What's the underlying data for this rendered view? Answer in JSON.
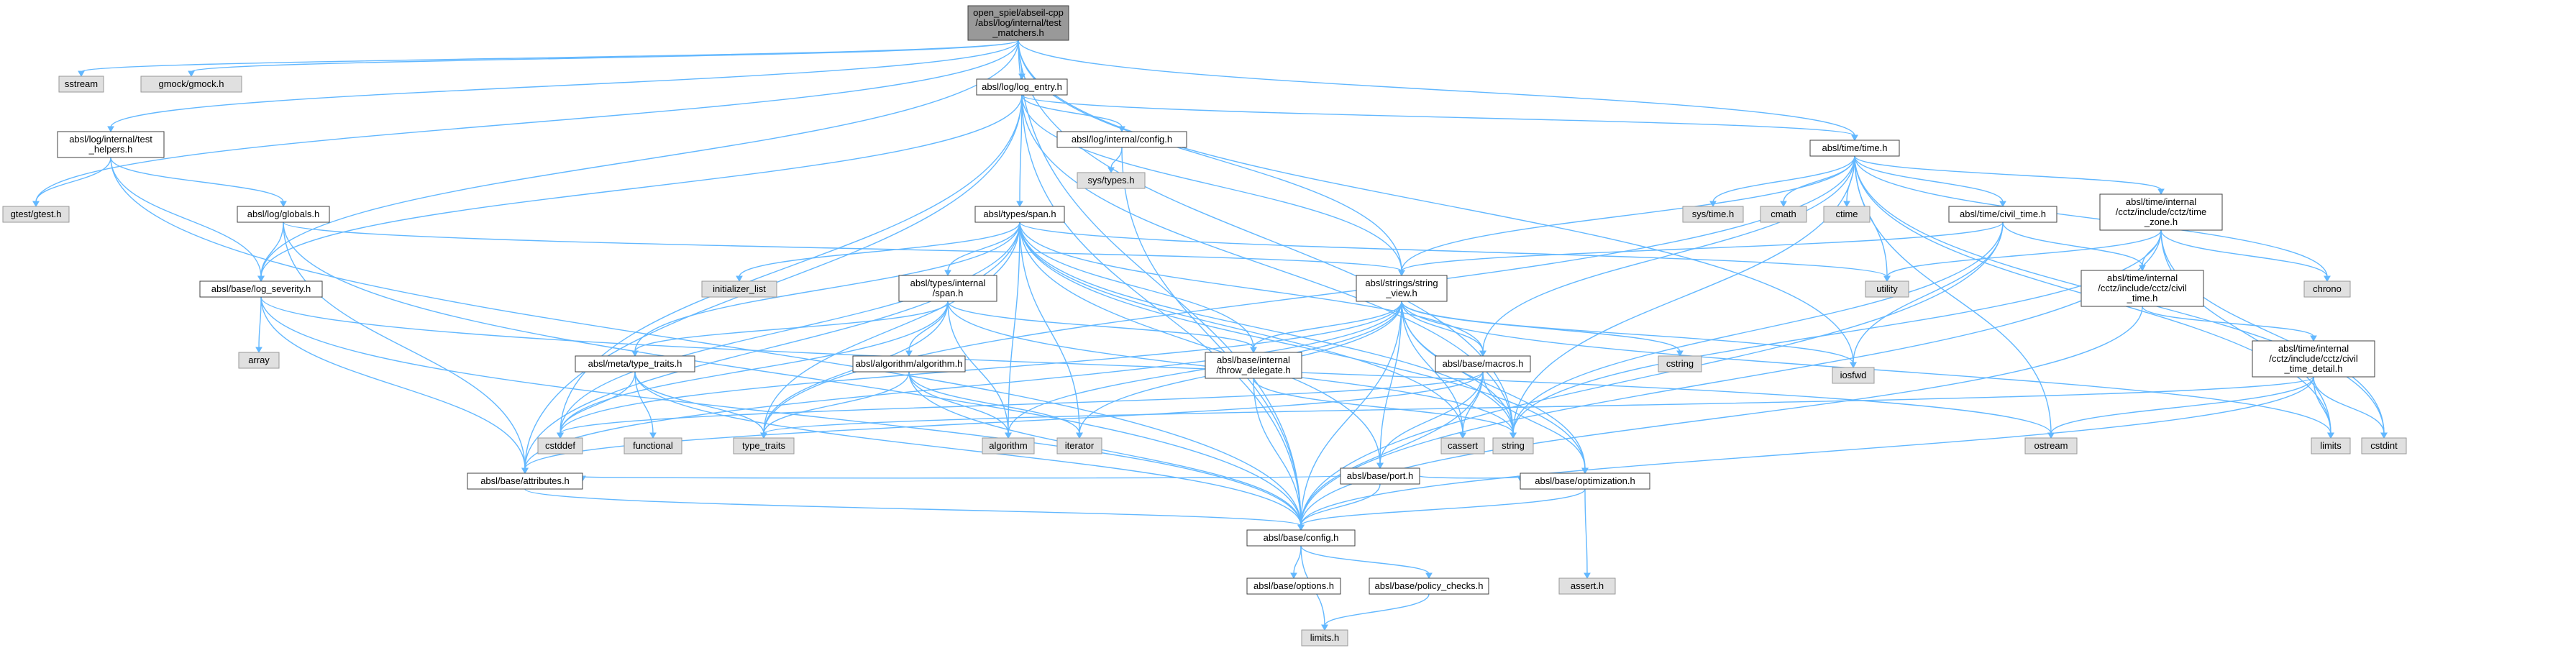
{
  "diagram": {
    "type": "include-dependency-graph",
    "colors": {
      "edge": "#63b8ff",
      "root_fill": "#999999",
      "internal_fill": "#ffffff",
      "external_fill": "#e0e0e0",
      "border": "#404040"
    },
    "nodes": [
      {
        "id": "root",
        "kind": "root",
        "lines": [
          "open_spiel/abseil-cpp",
          "/absl/log/internal/test",
          "_matchers.h"
        ]
      },
      {
        "id": "sstream",
        "kind": "external",
        "lines": [
          "sstream"
        ]
      },
      {
        "id": "gmock",
        "kind": "external",
        "lines": [
          "gmock/gmock.h"
        ]
      },
      {
        "id": "log_entry",
        "kind": "internal",
        "lines": [
          "absl/log/log_entry.h"
        ]
      },
      {
        "id": "test_helpers",
        "kind": "internal",
        "lines": [
          "absl/log/internal/test",
          "_helpers.h"
        ]
      },
      {
        "id": "gtest",
        "kind": "external",
        "lines": [
          "gtest/gtest.h"
        ]
      },
      {
        "id": "log_config",
        "kind": "internal",
        "lines": [
          "absl/log/internal/config.h"
        ]
      },
      {
        "id": "sys_types",
        "kind": "external",
        "lines": [
          "sys/types.h"
        ]
      },
      {
        "id": "globals",
        "kind": "internal",
        "lines": [
          "absl/log/globals.h"
        ]
      },
      {
        "id": "span",
        "kind": "internal",
        "lines": [
          "absl/types/span.h"
        ]
      },
      {
        "id": "time",
        "kind": "internal",
        "lines": [
          "absl/time/time.h"
        ]
      },
      {
        "id": "sys_time",
        "kind": "external",
        "lines": [
          "sys/time.h"
        ]
      },
      {
        "id": "cmath",
        "kind": "external",
        "lines": [
          "cmath"
        ]
      },
      {
        "id": "ctime",
        "kind": "external",
        "lines": [
          "ctime"
        ]
      },
      {
        "id": "civil_time",
        "kind": "internal",
        "lines": [
          "absl/time/civil_time.h"
        ]
      },
      {
        "id": "time_zone",
        "kind": "internal",
        "lines": [
          "absl/time/internal",
          "/cctz/include/cctz/time",
          "_zone.h"
        ]
      },
      {
        "id": "log_severity",
        "kind": "internal",
        "lines": [
          "absl/base/log_severity.h"
        ]
      },
      {
        "id": "initializer_list",
        "kind": "external",
        "lines": [
          "initializer_list"
        ]
      },
      {
        "id": "span_internal",
        "kind": "internal",
        "lines": [
          "absl/types/internal",
          "/span.h"
        ]
      },
      {
        "id": "string_view",
        "kind": "internal",
        "lines": [
          "absl/strings/string",
          "_view.h"
        ]
      },
      {
        "id": "utility",
        "kind": "external",
        "lines": [
          "utility"
        ]
      },
      {
        "id": "cctz_civil_time",
        "kind": "internal",
        "lines": [
          "absl/time/internal",
          "/cctz/include/cctz/civil",
          "_time.h"
        ]
      },
      {
        "id": "chrono",
        "kind": "external",
        "lines": [
          "chrono"
        ]
      },
      {
        "id": "array",
        "kind": "external",
        "lines": [
          "array"
        ]
      },
      {
        "id": "type_traits_h",
        "kind": "internal",
        "lines": [
          "absl/meta/type_traits.h"
        ]
      },
      {
        "id": "algorithm_h",
        "kind": "internal",
        "lines": [
          "absl/algorithm/algorithm.h"
        ]
      },
      {
        "id": "throw_delegate",
        "kind": "internal",
        "lines": [
          "absl/base/internal",
          "/throw_delegate.h"
        ]
      },
      {
        "id": "macros",
        "kind": "internal",
        "lines": [
          "absl/base/macros.h"
        ]
      },
      {
        "id": "cstring",
        "kind": "external",
        "lines": [
          "cstring"
        ]
      },
      {
        "id": "iosfwd",
        "kind": "external",
        "lines": [
          "iosfwd"
        ]
      },
      {
        "id": "civil_time_detail",
        "kind": "internal",
        "lines": [
          "absl/time/internal",
          "/cctz/include/cctz/civil",
          "_time_detail.h"
        ]
      },
      {
        "id": "cstddef",
        "kind": "external",
        "lines": [
          "cstddef"
        ]
      },
      {
        "id": "functional",
        "kind": "external",
        "lines": [
          "functional"
        ]
      },
      {
        "id": "type_traits",
        "kind": "external",
        "lines": [
          "type_traits"
        ]
      },
      {
        "id": "algorithm",
        "kind": "external",
        "lines": [
          "algorithm"
        ]
      },
      {
        "id": "iterator",
        "kind": "external",
        "lines": [
          "iterator"
        ]
      },
      {
        "id": "string",
        "kind": "external",
        "lines": [
          "string"
        ]
      },
      {
        "id": "cassert",
        "kind": "external",
        "lines": [
          "cassert"
        ]
      },
      {
        "id": "port",
        "kind": "internal",
        "lines": [
          "absl/base/port.h"
        ]
      },
      {
        "id": "ostream",
        "kind": "external",
        "lines": [
          "ostream"
        ]
      },
      {
        "id": "limits",
        "kind": "external",
        "lines": [
          "limits"
        ]
      },
      {
        "id": "cstdint",
        "kind": "external",
        "lines": [
          "cstdint"
        ]
      },
      {
        "id": "attributes",
        "kind": "internal",
        "lines": [
          "absl/base/attributes.h"
        ]
      },
      {
        "id": "optimization",
        "kind": "internal",
        "lines": [
          "absl/base/optimization.h"
        ]
      },
      {
        "id": "config",
        "kind": "internal",
        "lines": [
          "absl/base/config.h"
        ]
      },
      {
        "id": "assert",
        "kind": "external",
        "lines": [
          "assert.h"
        ]
      },
      {
        "id": "options",
        "kind": "internal",
        "lines": [
          "absl/base/options.h"
        ]
      },
      {
        "id": "policy_checks",
        "kind": "internal",
        "lines": [
          "absl/base/policy_checks.h"
        ]
      },
      {
        "id": "limits_h",
        "kind": "external",
        "lines": [
          "limits.h"
        ]
      }
    ],
    "edges": [
      [
        "root",
        "sstream"
      ],
      [
        "root",
        "gmock"
      ],
      [
        "root",
        "log_entry"
      ],
      [
        "root",
        "test_helpers"
      ],
      [
        "root",
        "gtest"
      ],
      [
        "root",
        "log_severity"
      ],
      [
        "root",
        "time"
      ],
      [
        "root",
        "string_view"
      ],
      [
        "root",
        "config"
      ],
      [
        "root",
        "iosfwd"
      ],
      [
        "root",
        "string"
      ],
      [
        "log_entry",
        "log_config"
      ],
      [
        "log_entry",
        "span"
      ],
      [
        "log_entry",
        "time"
      ],
      [
        "log_entry",
        "string_view"
      ],
      [
        "log_entry",
        "log_severity"
      ],
      [
        "log_entry",
        "attributes"
      ],
      [
        "log_entry",
        "config"
      ],
      [
        "log_entry",
        "cstddef"
      ],
      [
        "log_entry",
        "string"
      ],
      [
        "test_helpers",
        "gtest"
      ],
      [
        "test_helpers",
        "globals"
      ],
      [
        "test_helpers",
        "log_severity"
      ],
      [
        "test_helpers",
        "config"
      ],
      [
        "log_config",
        "sys_types"
      ],
      [
        "log_config",
        "config"
      ],
      [
        "globals",
        "log_severity"
      ],
      [
        "globals",
        "string_view"
      ],
      [
        "globals",
        "attributes"
      ],
      [
        "globals",
        "config"
      ],
      [
        "span",
        "initializer_list"
      ],
      [
        "span",
        "span_internal"
      ],
      [
        "span",
        "type_traits_h"
      ],
      [
        "span",
        "throw_delegate"
      ],
      [
        "span",
        "macros"
      ],
      [
        "span",
        "port"
      ],
      [
        "span",
        "attributes"
      ],
      [
        "span",
        "optimization"
      ],
      [
        "span",
        "cstddef"
      ],
      [
        "span",
        "type_traits"
      ],
      [
        "span",
        "algorithm"
      ],
      [
        "span",
        "iterator"
      ],
      [
        "span",
        "string"
      ],
      [
        "span",
        "cassert"
      ],
      [
        "span",
        "utility"
      ],
      [
        "time",
        "sys_time"
      ],
      [
        "time",
        "cmath"
      ],
      [
        "time",
        "ctime"
      ],
      [
        "time",
        "civil_time"
      ],
      [
        "time",
        "time_zone"
      ],
      [
        "time",
        "string_view"
      ],
      [
        "time",
        "macros"
      ],
      [
        "time",
        "utility"
      ],
      [
        "time",
        "chrono"
      ],
      [
        "time",
        "string"
      ],
      [
        "time",
        "limits"
      ],
      [
        "time",
        "cstdint"
      ],
      [
        "time",
        "ostream"
      ],
      [
        "time",
        "type_traits"
      ],
      [
        "civil_time",
        "cctz_civil_time"
      ],
      [
        "civil_time",
        "string_view"
      ],
      [
        "civil_time",
        "iosfwd"
      ],
      [
        "civil_time",
        "string"
      ],
      [
        "civil_time",
        "config"
      ],
      [
        "time_zone",
        "cctz_civil_time"
      ],
      [
        "time_zone",
        "chrono"
      ],
      [
        "time_zone",
        "limits"
      ],
      [
        "time_zone",
        "cstdint"
      ],
      [
        "time_zone",
        "utility"
      ],
      [
        "time_zone",
        "string"
      ],
      [
        "time_zone",
        "config"
      ],
      [
        "log_severity",
        "array"
      ],
      [
        "log_severity",
        "attributes"
      ],
      [
        "log_severity",
        "config"
      ],
      [
        "log_severity",
        "ostream"
      ],
      [
        "span_internal",
        "algorithm_h"
      ],
      [
        "span_internal",
        "type_traits_h"
      ],
      [
        "span_internal",
        "cstddef"
      ],
      [
        "span_internal",
        "string"
      ],
      [
        "span_internal",
        "type_traits"
      ],
      [
        "span_internal",
        "algorithm"
      ],
      [
        "span_internal",
        "throw_delegate"
      ],
      [
        "string_view",
        "throw_delegate"
      ],
      [
        "string_view",
        "macros"
      ],
      [
        "string_view",
        "port"
      ],
      [
        "string_view",
        "attributes"
      ],
      [
        "string_view",
        "optimization"
      ],
      [
        "string_view",
        "config"
      ],
      [
        "string_view",
        "cstring"
      ],
      [
        "string_view",
        "iosfwd"
      ],
      [
        "string_view",
        "cstddef"
      ],
      [
        "string_view",
        "string"
      ],
      [
        "string_view",
        "cassert"
      ],
      [
        "string_view",
        "algorithm"
      ],
      [
        "string_view",
        "iterator"
      ],
      [
        "string_view",
        "limits"
      ],
      [
        "cctz_civil_time",
        "civil_time_detail"
      ],
      [
        "cctz_civil_time",
        "config"
      ],
      [
        "type_traits_h",
        "cstddef"
      ],
      [
        "type_traits_h",
        "functional"
      ],
      [
        "type_traits_h",
        "type_traits"
      ],
      [
        "type_traits_h",
        "config"
      ],
      [
        "algorithm_h",
        "algorithm"
      ],
      [
        "algorithm_h",
        "iterator"
      ],
      [
        "algorithm_h",
        "type_traits"
      ],
      [
        "algorithm_h",
        "config"
      ],
      [
        "throw_delegate",
        "string"
      ],
      [
        "throw_delegate",
        "config"
      ],
      [
        "macros",
        "cassert"
      ],
      [
        "macros",
        "cstddef"
      ],
      [
        "macros",
        "attributes"
      ],
      [
        "macros",
        "config"
      ],
      [
        "macros",
        "optimization"
      ],
      [
        "macros",
        "port"
      ],
      [
        "civil_time_detail",
        "cstdint"
      ],
      [
        "civil_time_detail",
        "limits"
      ],
      [
        "civil_time_detail",
        "ostream"
      ],
      [
        "civil_time_detail",
        "type_traits"
      ],
      [
        "civil_time_detail",
        "config"
      ],
      [
        "port",
        "attributes"
      ],
      [
        "port",
        "config"
      ],
      [
        "port",
        "optimization"
      ],
      [
        "attributes",
        "config"
      ],
      [
        "optimization",
        "assert"
      ],
      [
        "optimization",
        "config"
      ],
      [
        "config",
        "options"
      ],
      [
        "config",
        "policy_checks"
      ],
      [
        "config",
        "limits_h"
      ],
      [
        "policy_checks",
        "limits_h"
      ]
    ]
  }
}
